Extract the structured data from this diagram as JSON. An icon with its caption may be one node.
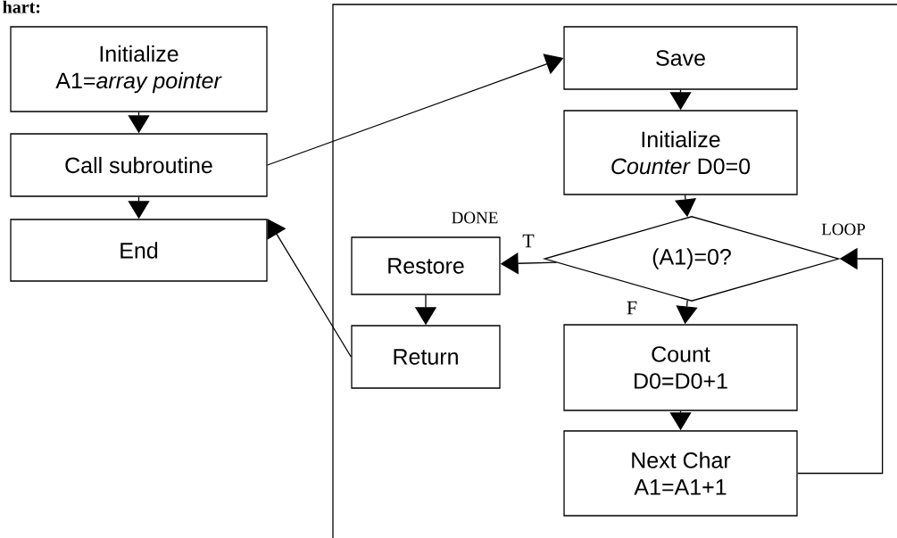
{
  "diagram": {
    "title": "hart:",
    "nodes": [
      {
        "text": [
          "Initialize",
          "A1=*array pointer*"
        ]
      },
      {
        "text": [
          "Call subroutine"
        ]
      },
      {
        "text": [
          "End"
        ]
      },
      {
        "text": [
          "Save"
        ]
      },
      {
        "text": [
          "Initialize",
          "*Counter* D0=0"
        ]
      },
      {
        "text": [
          "(A1)=0?"
        ]
      },
      {
        "text": [
          "Restore"
        ]
      },
      {
        "text": [
          "Return"
        ]
      },
      {
        "text": [
          "Count",
          "D0=D0+1"
        ]
      },
      {
        "text": [
          "Next Char",
          "A1=A1+1"
        ]
      }
    ],
    "edges": [
      {
        "from": 0,
        "to": 1,
        "arrow": "to"
      },
      {
        "from": 1,
        "to": 2,
        "arrow": "to"
      },
      {
        "from": 1,
        "to": 3,
        "arrow": "to"
      },
      {
        "from": 7,
        "to": 2,
        "arrow": "to"
      },
      {
        "from": 3,
        "to": 4,
        "arrow": "to"
      },
      {
        "from": 4,
        "to": 5,
        "arrow": "to"
      },
      {
        "from": 5,
        "to": 6,
        "arrow": "to",
        "label": "T"
      },
      {
        "from": 5,
        "to": 8,
        "arrow": "to",
        "label": "F"
      },
      {
        "from": 8,
        "to": 9,
        "arrow": "to"
      },
      {
        "from": 9,
        "to": 5,
        "arrow": "to"
      },
      {
        "from": 6,
        "to": 7,
        "arrow": "to"
      }
    ],
    "labels": [
      "DONE",
      "LOOP"
    ]
  }
}
